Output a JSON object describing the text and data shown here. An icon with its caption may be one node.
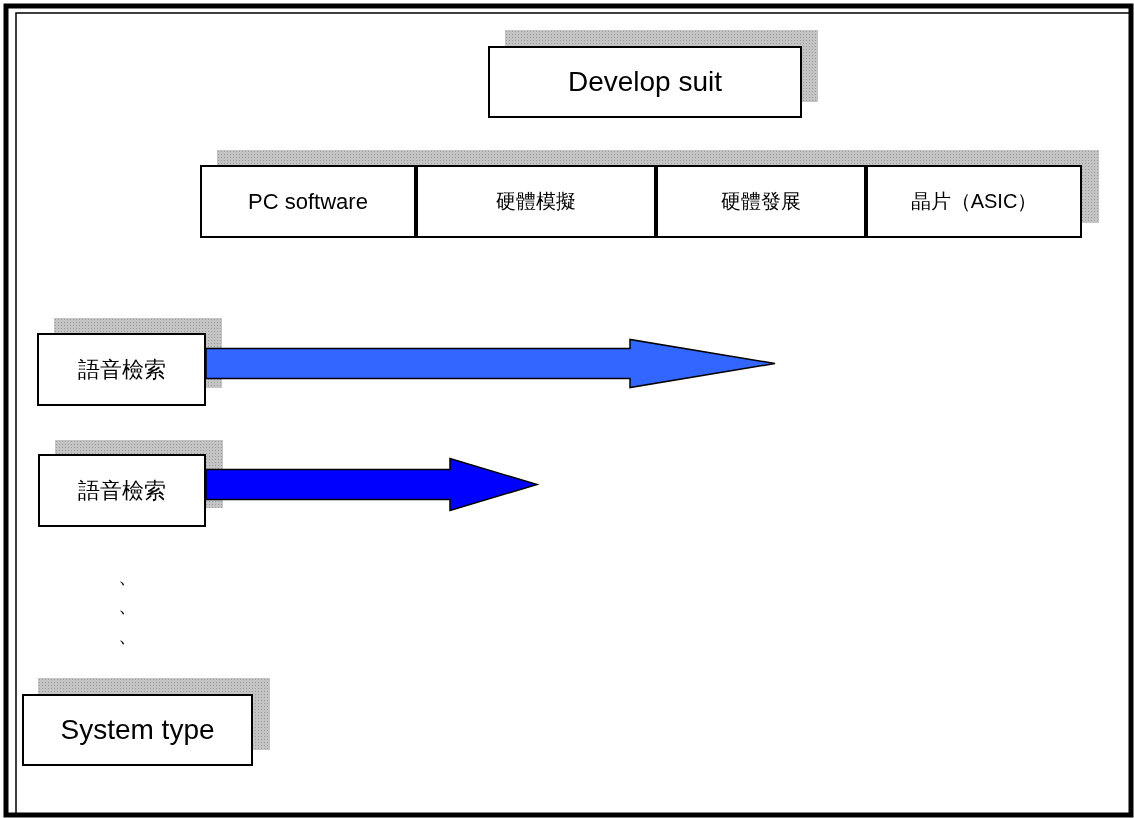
{
  "diagram": {
    "nodes": [
      {
        "text": [
          "Develop suit"
        ]
      },
      {
        "text": [
          "PC software"
        ]
      },
      {
        "text": [
          "硬體模擬"
        ]
      },
      {
        "text": [
          "硬體發展"
        ]
      },
      {
        "text": [
          "晶片（ASIC）"
        ]
      },
      {
        "text": [
          "語音檢索"
        ]
      },
      {
        "text": [
          "語音檢索"
        ]
      },
      {
        "text": [
          "System type"
        ]
      }
    ],
    "edges": [
      {
        "from": 5,
        "to": null,
        "arrow": "to",
        "color": "#3366ff"
      },
      {
        "from": 6,
        "to": null,
        "arrow": "to",
        "color": "#0000ff"
      }
    ],
    "labels": [
      "、",
      "、",
      "、"
    ]
  }
}
